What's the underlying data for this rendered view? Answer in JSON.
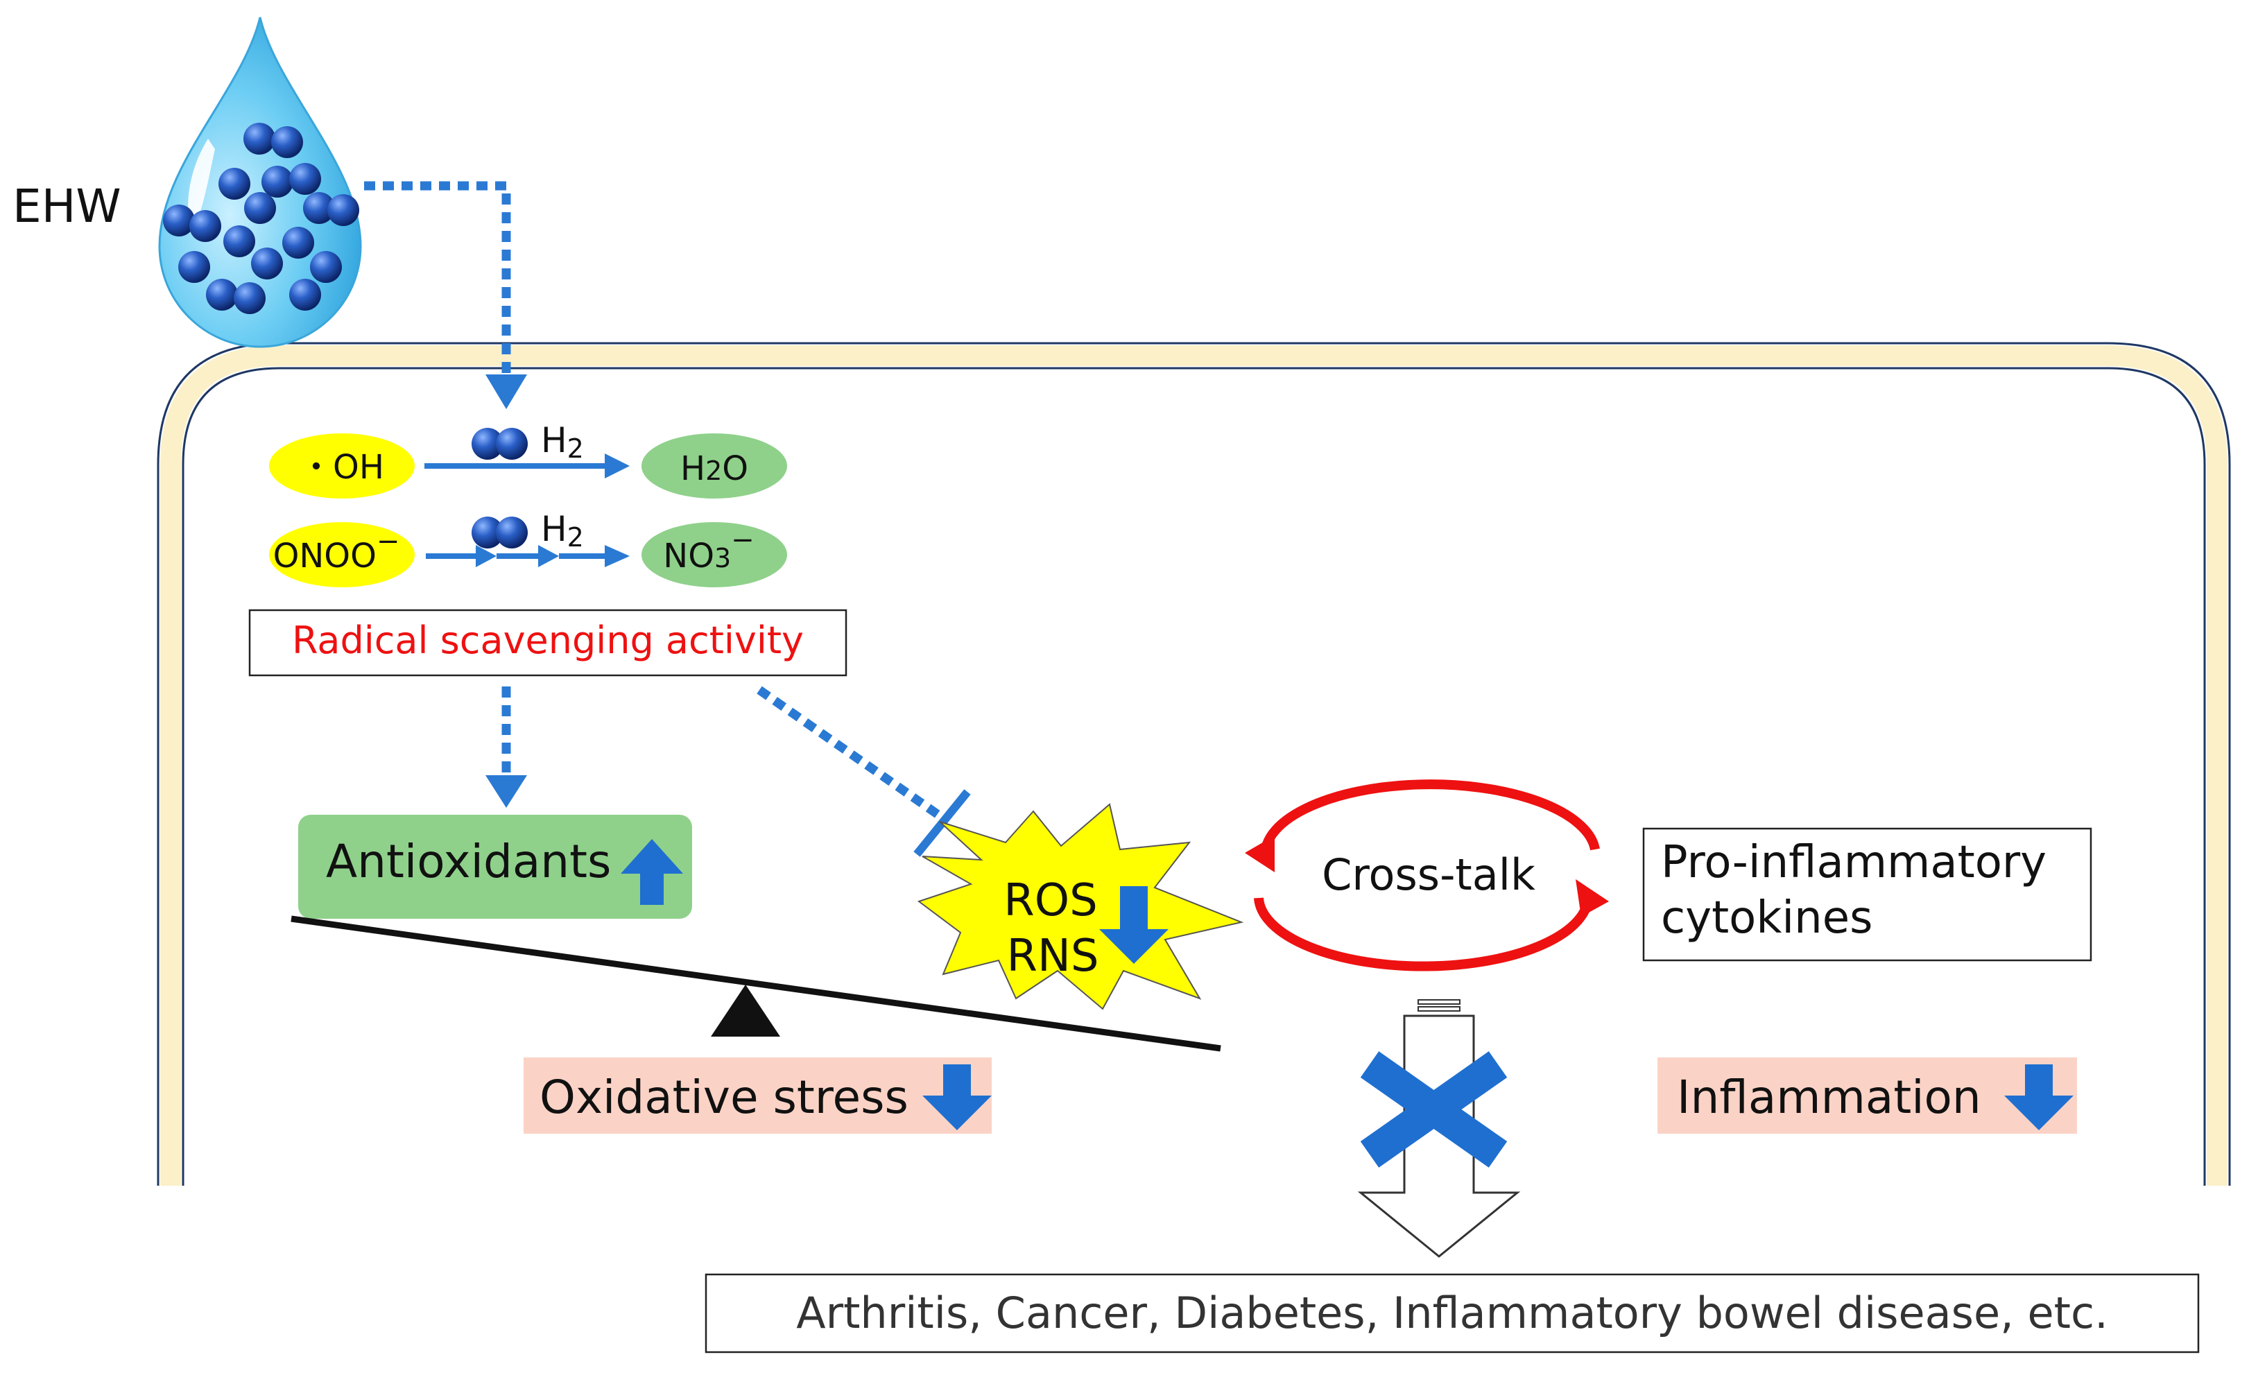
{
  "ehw_label": "EHW",
  "reactions": [
    {
      "reactant": "・OH",
      "catalyst": "H",
      "catalyst_sub": "2",
      "product_main": "H",
      "product_sub": "2",
      "product_tail": "O"
    },
    {
      "reactant": "ONOO",
      "reactant_sup": "−",
      "catalyst": "H",
      "catalyst_sub": "2",
      "product_main": "NO",
      "product_sub": "3",
      "product_sup": "−"
    }
  ],
  "scavenging_label": "Radical scavenging activity",
  "antioxidants_label": "Antioxidants",
  "ros_label": "ROS",
  "rns_label": "RNS",
  "crosstalk_label": "Cross-talk",
  "cytokines_line1": "Pro-inflammatory",
  "cytokines_line2": "cytokines",
  "oxidative_stress_label": "Oxidative stress",
  "inflammation_label": "Inflammation",
  "diseases_label": "Arthritis, Cancer, Diabetes, Inflammatory bowel disease, etc.",
  "colors": {
    "membrane": "#fbf0c8",
    "membrane_outline": "#1f3864",
    "arrow_blue": "#2a7ad4",
    "up_down_arrow": "#1f6fd0",
    "yellow": "#ffff00",
    "green_oval": "#8fd18b",
    "antioxidant_box": "#8fd18b",
    "pink_box": "#fbd3c6",
    "red_text": "#ee1111",
    "red_arrow": "#ee1111"
  }
}
